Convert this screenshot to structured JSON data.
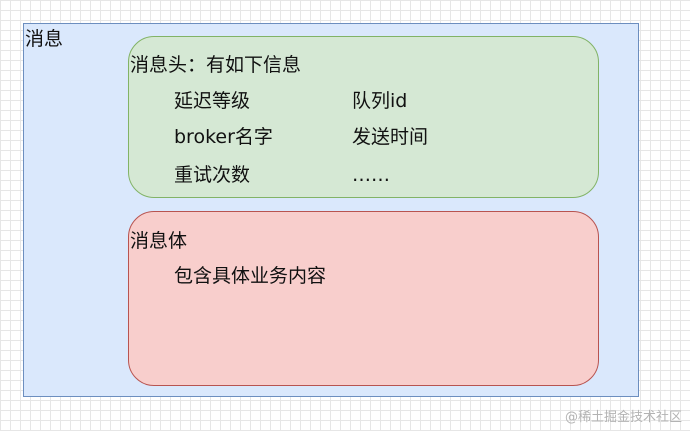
{
  "message": {
    "title": "消息",
    "header": {
      "title": "消息头：有如下信息",
      "items": [
        "延迟等级",
        "队列id",
        "broker名字",
        "发送时间",
        "重试次数",
        "……"
      ]
    },
    "body": {
      "title": "消息体",
      "content": "包含具体业务内容"
    }
  },
  "watermark": "@稀土掘金技术社区",
  "colors": {
    "outer_fill": "#dae8fc",
    "outer_stroke": "#6c8ebf",
    "header_fill": "#d5e8d4",
    "header_stroke": "#82b366",
    "body_fill": "#f8cecc",
    "body_stroke": "#b85450"
  }
}
